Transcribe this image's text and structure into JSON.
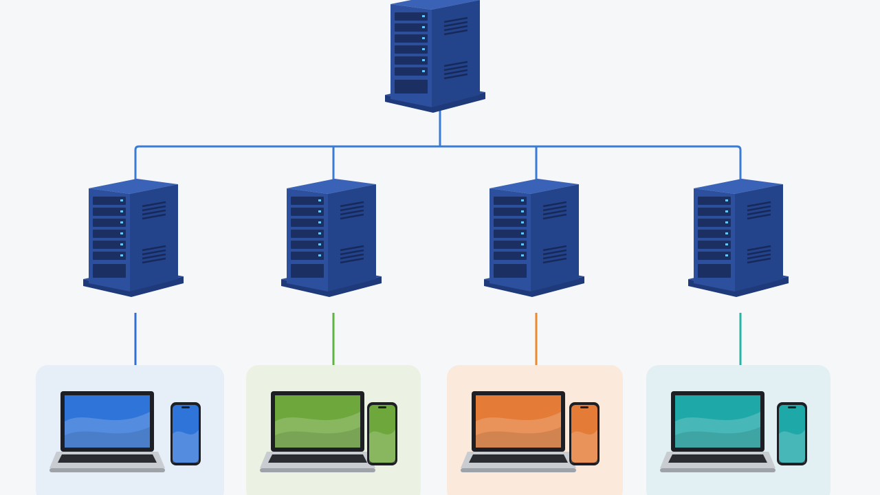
{
  "diagram": {
    "root": {
      "icon": "server-tower-icon",
      "role": "central-server"
    },
    "branches": [
      {
        "id": "blue",
        "server_icon": "server-tower-icon",
        "color": "#2f6fd6",
        "panel": "#e6eef8",
        "screen_a": "#2f74d9",
        "screen_b": "#6aa6ee",
        "devices": [
          "laptop-icon",
          "smartphone-icon"
        ]
      },
      {
        "id": "green",
        "server_icon": "server-tower-icon",
        "color": "#5fb540",
        "panel": "#ebf2e3",
        "screen_a": "#6ea83c",
        "screen_b": "#a9d37a",
        "devices": [
          "laptop-icon",
          "smartphone-icon"
        ]
      },
      {
        "id": "orange",
        "server_icon": "server-tower-icon",
        "color": "#ea8a2e",
        "panel": "#fbeadc",
        "screen_a": "#e47b36",
        "screen_b": "#f6b07a",
        "devices": [
          "laptop-icon",
          "smartphone-icon"
        ]
      },
      {
        "id": "teal",
        "server_icon": "server-tower-icon",
        "color": "#27b3a6",
        "panel": "#e3f0f3",
        "screen_a": "#1fa8a8",
        "screen_b": "#73d0d3",
        "devices": [
          "laptop-icon",
          "smartphone-icon"
        ]
      }
    ],
    "colors": {
      "server_body": "#2c4f9e",
      "server_side": "#1f3a7a",
      "server_dark": "#1b2f63",
      "led": "#5ec8ff",
      "trunk_line": "#3a7bd5",
      "background": "#f6f7f8"
    }
  }
}
